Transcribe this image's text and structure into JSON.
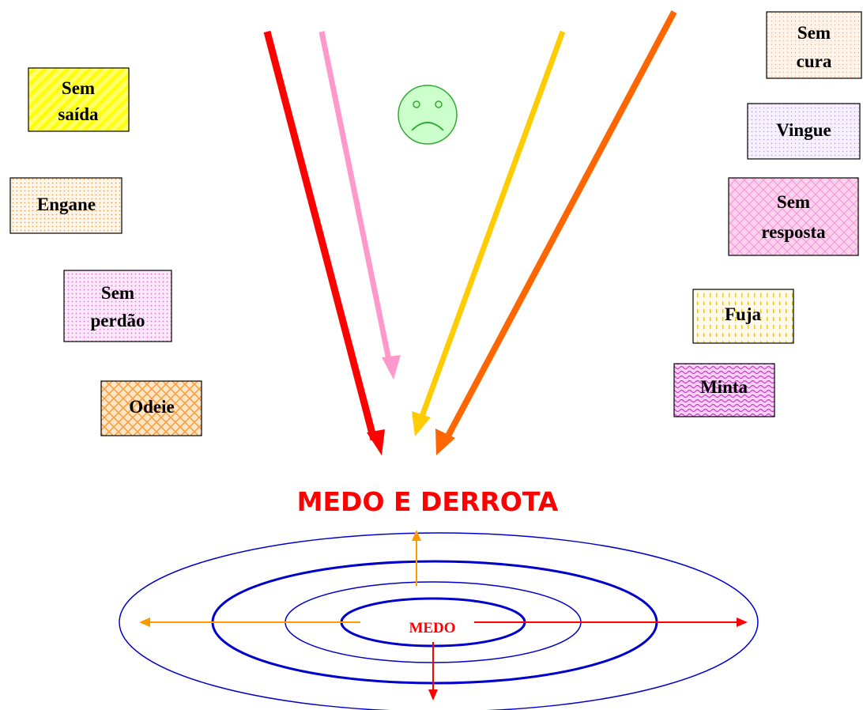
{
  "title": "MEDO E DERROTA",
  "center_label": "MEDO",
  "boxes": [
    {
      "id": "sem-saida",
      "lines": [
        "Sem",
        "saída"
      ],
      "pattern": "yellow-stripes"
    },
    {
      "id": "engane",
      "lines": [
        "Engane"
      ],
      "pattern": "orange-dots"
    },
    {
      "id": "sem-perdao",
      "lines": [
        "Sem",
        "perdão"
      ],
      "pattern": "pink-dots"
    },
    {
      "id": "odeie",
      "lines": [
        "Odeie"
      ],
      "pattern": "orange-lattice"
    },
    {
      "id": "sem-cura",
      "lines": [
        "Sem",
        "cura"
      ],
      "pattern": "peach-dots"
    },
    {
      "id": "vingue",
      "lines": [
        "Vingue"
      ],
      "pattern": "lavender-dots"
    },
    {
      "id": "sem-resposta",
      "lines": [
        "Sem",
        "resposta"
      ],
      "pattern": "pink-weave"
    },
    {
      "id": "fuja",
      "lines": [
        "Fuja"
      ],
      "pattern": "yellow-dashes"
    },
    {
      "id": "minta",
      "lines": [
        "Minta"
      ],
      "pattern": "magenta-waves"
    }
  ],
  "colors": {
    "title": "#ff0000",
    "ellipse_stroke": "#0000cc",
    "arrow_red": "#ff0000",
    "arrow_pink": "#ff99cc",
    "arrow_yellow": "#ffcc00",
    "arrow_orange": "#ff6600",
    "outward_orange": "#ff9900",
    "face_fill": "#ccffcc",
    "face_stroke": "#33aa33"
  },
  "icons": [
    "sad-face-icon"
  ]
}
